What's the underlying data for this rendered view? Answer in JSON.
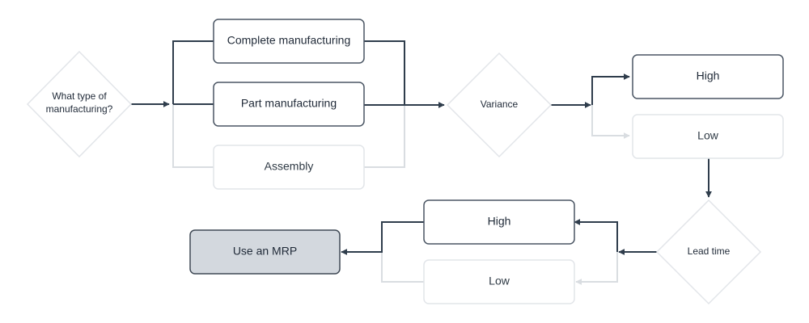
{
  "colors": {
    "active_line": "#2f3d4c",
    "inactive_line": "#d9dde1",
    "active_border": "#4a5563",
    "inactive_border": "#e2e5e9",
    "node_fill": "#ffffff",
    "result_fill": "#d3d8de",
    "result_border": "#3f4955",
    "text": "#1f2937"
  },
  "diagram": {
    "decisions": {
      "manufacturing_type": {
        "line1": "What type of",
        "line2": "manufacturing?"
      },
      "variance": {
        "label": "Variance"
      },
      "lead_time": {
        "label": "Lead time"
      }
    },
    "options": {
      "complete_manufacturing": {
        "label": "Complete manufacturing",
        "selected": true
      },
      "part_manufacturing": {
        "label": "Part manufacturing",
        "selected": true
      },
      "assembly": {
        "label": "Assembly",
        "selected": false
      },
      "variance_high": {
        "label": "High",
        "selected": true
      },
      "variance_low": {
        "label": "Low",
        "selected": false
      },
      "lead_high": {
        "label": "High",
        "selected": true
      },
      "lead_low": {
        "label": "Low",
        "selected": false
      }
    },
    "result": {
      "label": "Use an MRP"
    }
  }
}
